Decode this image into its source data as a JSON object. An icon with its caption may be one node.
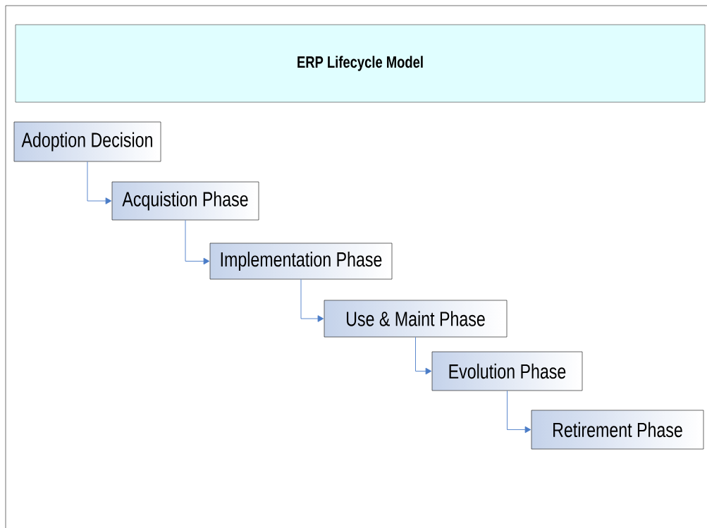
{
  "diagram": {
    "title": "ERP Lifecycle Model",
    "nodes": [
      {
        "text": [
          "Adoption Decision"
        ]
      },
      {
        "text": [
          "Acquistion Phase"
        ]
      },
      {
        "text": [
          "Implementation Phase"
        ]
      },
      {
        "text": [
          "Use & Maint Phase"
        ]
      },
      {
        "text": [
          "Evolution Phase"
        ]
      },
      {
        "text": [
          "Retirement Phase"
        ]
      }
    ],
    "edges": [
      {
        "from": 0,
        "to": 1,
        "arrow": "to"
      },
      {
        "from": 1,
        "to": 2,
        "arrow": "to"
      },
      {
        "from": 2,
        "to": 3,
        "arrow": "to"
      },
      {
        "from": 3,
        "to": 4,
        "arrow": "to"
      },
      {
        "from": 4,
        "to": 5,
        "arrow": "to"
      }
    ]
  }
}
